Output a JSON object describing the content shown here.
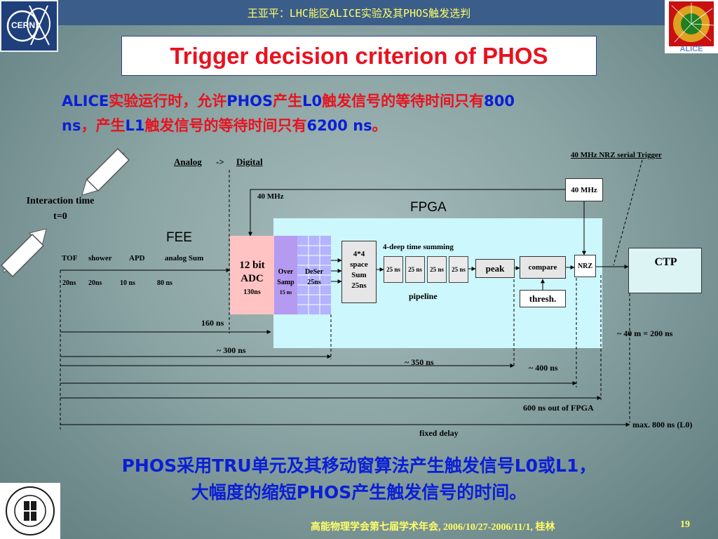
{
  "header": {
    "title": "王亚平：LHC能区ALICE实验及其PHOS触发选判"
  },
  "logos": {
    "cern": "CERN",
    "alice": "ALICE"
  },
  "slide": {
    "title": "Trigger decision criterion of PHOS",
    "intro_line1": {
      "p1": "ALICE",
      "p2": "实验运行时，允许",
      "p3": "PHOS",
      "p4": "产生",
      "p5": "L0",
      "p6": "触发信号的等待时间只有",
      "p7": "800"
    },
    "intro_line2": {
      "p1": "ns",
      "p2": "，产生",
      "p3": "L1",
      "p4": "触发信号的等待时间只有",
      "p5": "6200 ns",
      "p6": "。"
    },
    "bottom_line1": "PHOS采用TRU单元及其移动窗算法产生触发信号L0或L1，",
    "bottom_line2": "大幅度的缩短PHOS产生触发信号的时间。"
  },
  "diagram": {
    "interaction_time": "Interaction time t=0",
    "analog_label": "Analog",
    "arrow_label": "->",
    "digital_label": "Digital",
    "fee_label": "FEE",
    "fpga_label": "FPGA",
    "chain": {
      "tof": "TOF",
      "shower": "shower",
      "apd": "APD",
      "analog_sum": "analog Sum"
    },
    "chain_times": {
      "tof": "20ns",
      "shower": "20ns",
      "apd": "10 ns",
      "analog_sum": "80 ns"
    },
    "mhz40_label": "40 MHz",
    "adc": {
      "line1": "12 bit",
      "line2": "ADC",
      "line3": "130ns"
    },
    "oversamp": {
      "line1": "Over",
      "line2": "Samp",
      "line3": "15 ns"
    },
    "deser": {
      "line1": "DeSer",
      "line2": "25ns"
    },
    "sum44": {
      "line1": "4*4",
      "line2": "space",
      "line3": "Sum",
      "line4": "25ns"
    },
    "deep_label": "4-deep time summing",
    "cells": [
      "25 ns",
      "25 ns",
      "25 ns",
      "25 ns"
    ],
    "pipeline_label": "pipeline",
    "peak_label": "peak",
    "compare_label": "compare",
    "thresh_label": "thresh.",
    "nrz_label": "NRZ",
    "mhz40_box_label": "40 MHz",
    "nrz_serial_label": "40 MHz NRZ serial Trigger",
    "ctp_label": "CTP",
    "timings": {
      "t160": "160 ns",
      "t300": "~ 300 ns",
      "t350": "~ 350 ns",
      "t400": "~ 400 ns",
      "t40m": "~ 40 m = 200 ns",
      "t600": "600 ns out of FPGA",
      "tmax": "max. 800 ns (L0)",
      "fixed_delay": "fixed delay"
    }
  },
  "footer": {
    "conference": "高能物理学会第七届学术年会, 2006/10/27-2006/11/1, 桂林",
    "page": "19"
  },
  "colors": {
    "title_red": "#e8121f",
    "text_blue": "#0a1fd6",
    "header_yellow": "#ffff66",
    "fpga_cyan": "#ccf7fc"
  }
}
